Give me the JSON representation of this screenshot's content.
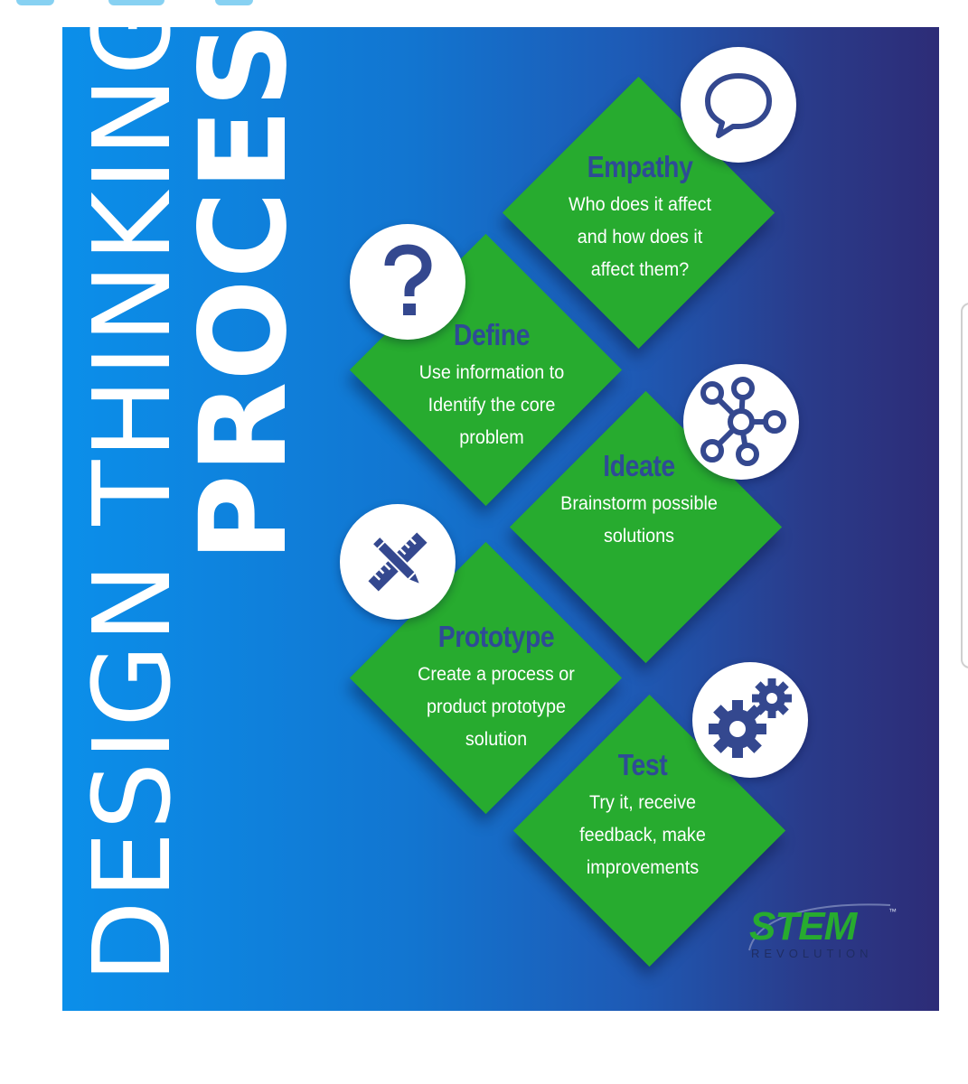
{
  "title": {
    "line1": "DESIGN THINKING",
    "line2": "PROCESS"
  },
  "steps": [
    {
      "title": "Empathy",
      "description": "Who does it affect\nand how does it\naffect them?",
      "icon": "speech-bubble-icon"
    },
    {
      "title": "Define",
      "description": "Use information to\nIdentify the core\nproblem",
      "icon": "question-mark-icon"
    },
    {
      "title": "Ideate",
      "description": "Brainstorm possible\nsolutions",
      "icon": "network-nodes-icon"
    },
    {
      "title": "Prototype",
      "description": "Create a process or\nproduct prototype\nsolution",
      "icon": "pencil-ruler-icon"
    },
    {
      "title": "Test",
      "description": "Try it, receive\nfeedback, make\nimprovements",
      "icon": "gears-icon"
    }
  ],
  "logo": {
    "name": "STEM",
    "tagline": "REVOLUTION",
    "trademark": "™"
  },
  "colors": {
    "diamond_green": "#27ab2f",
    "title_navy": "#2e4b96",
    "icon_navy": "#34488f",
    "gradient_start": "#0b8fea",
    "gradient_end": "#2d2c77"
  }
}
